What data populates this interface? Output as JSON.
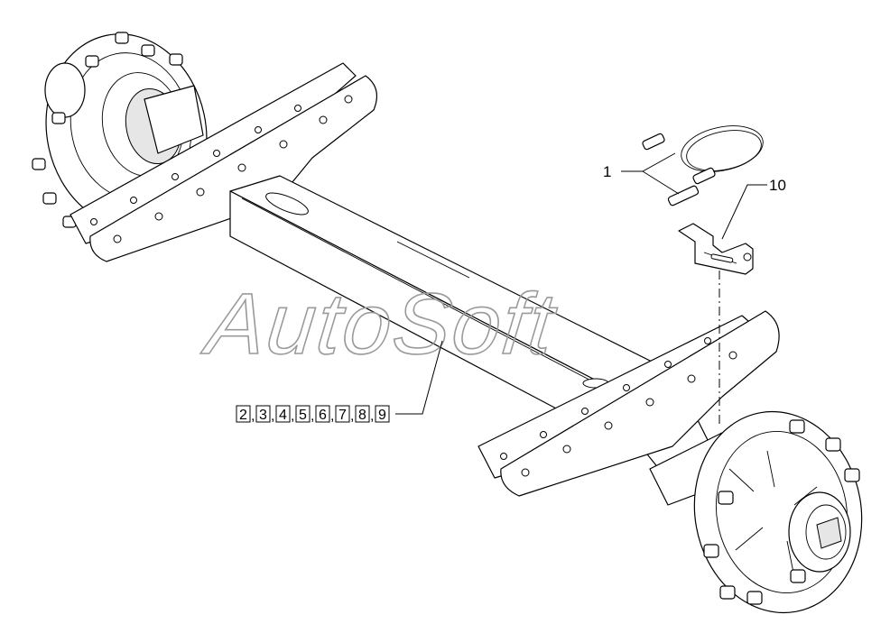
{
  "watermark": "AutoSoft",
  "callouts": [
    {
      "id": "c1",
      "label": "1"
    },
    {
      "id": "c10",
      "label": "10"
    }
  ],
  "part_group": {
    "numbers": [
      "2",
      "3",
      "4",
      "5",
      "6",
      "7",
      "8",
      "9"
    ],
    "separator": ","
  }
}
